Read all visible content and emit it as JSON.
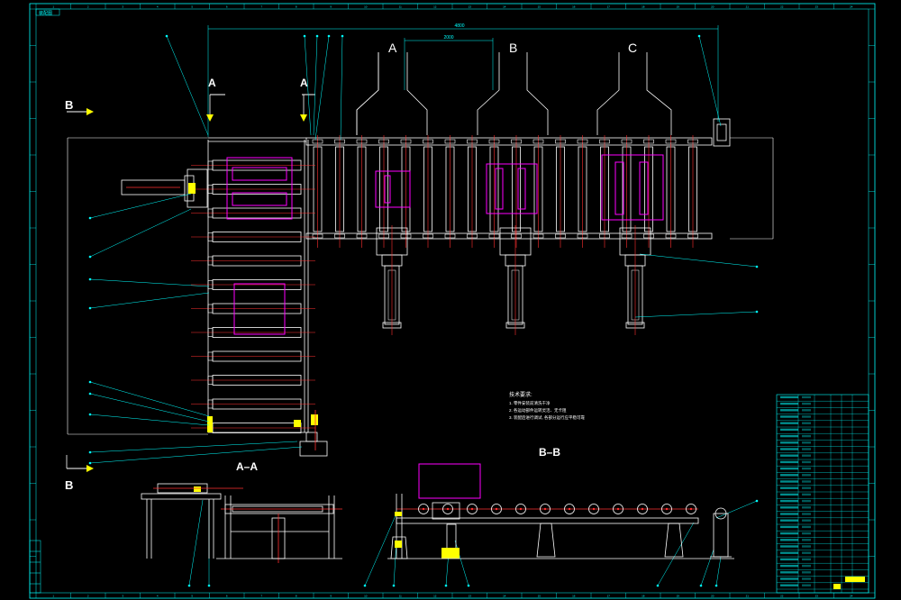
{
  "colors": {
    "background": "#000000",
    "frame": "#00ffff",
    "machine": "#ffffff",
    "center": "#ff3030",
    "highlight": "#ff00ff",
    "accent": "#ffff00"
  },
  "title_tab": "装配图",
  "section_labels": {
    "a_left": "A",
    "a_right": "A",
    "b_top": "B",
    "b_bottom": "B",
    "aa": "A–A",
    "bb": "B–B"
  },
  "station_labels": [
    "A",
    "B",
    "C"
  ],
  "dimensions": {
    "overall": "4800",
    "pitch": "2000"
  },
  "notes": {
    "heading": "技术要求:",
    "lines": [
      "1. 零件安装前清洗干净",
      "2. 各运动部件运转灵活、无卡阻",
      "3. 装配后进行调试, 各部分运行应平稳可靠"
    ]
  },
  "ruler_numbers": [
    "1",
    "2",
    "3",
    "4",
    "5",
    "6",
    "7",
    "8",
    "9",
    "10",
    "11",
    "12",
    "13",
    "14",
    "15",
    "16",
    "17",
    "18",
    "19",
    "20",
    "21",
    "22",
    "23",
    "24"
  ]
}
